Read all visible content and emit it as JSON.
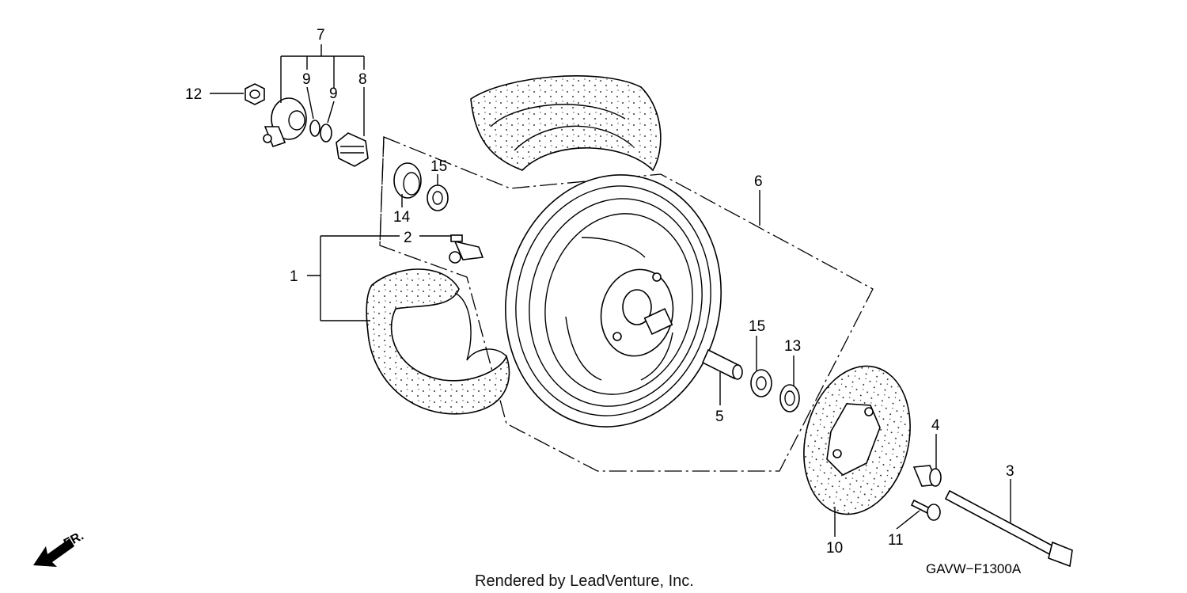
{
  "callouts": {
    "c1": "1",
    "c2": "2",
    "c3": "3",
    "c4": "4",
    "c5": "5",
    "c6": "6",
    "c7": "7",
    "c8": "8",
    "c9a": "9",
    "c9b": "9",
    "c10": "10",
    "c11": "11",
    "c12": "12",
    "c13": "13",
    "c14": "14",
    "c15a": "15",
    "c15b": "15"
  },
  "direction_label": "FR.",
  "diagram_code": "GAVW−F1300A",
  "footer_text": "Rendered by LeadVenture, Inc."
}
